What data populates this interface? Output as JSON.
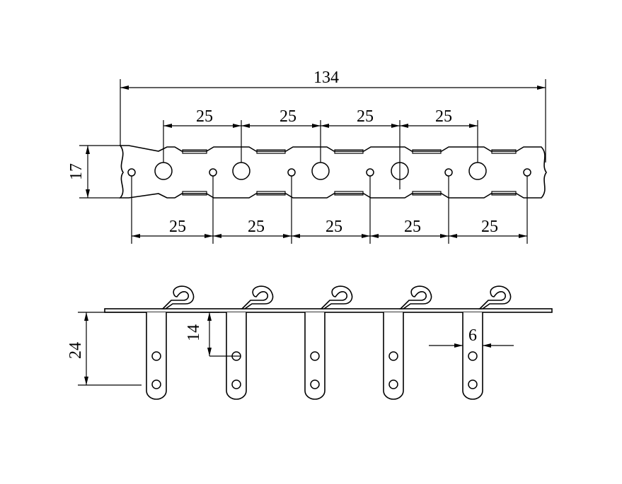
{
  "drawing": {
    "top_view": {
      "overall_length": "134",
      "height": "17",
      "upper_pitches": [
        "25",
        "25",
        "25",
        "25"
      ],
      "lower_pitches": [
        "25",
        "25",
        "25",
        "25",
        "25"
      ]
    },
    "side_view": {
      "leg_length": "24",
      "hole_offset": "14",
      "leg_width": "6"
    }
  }
}
